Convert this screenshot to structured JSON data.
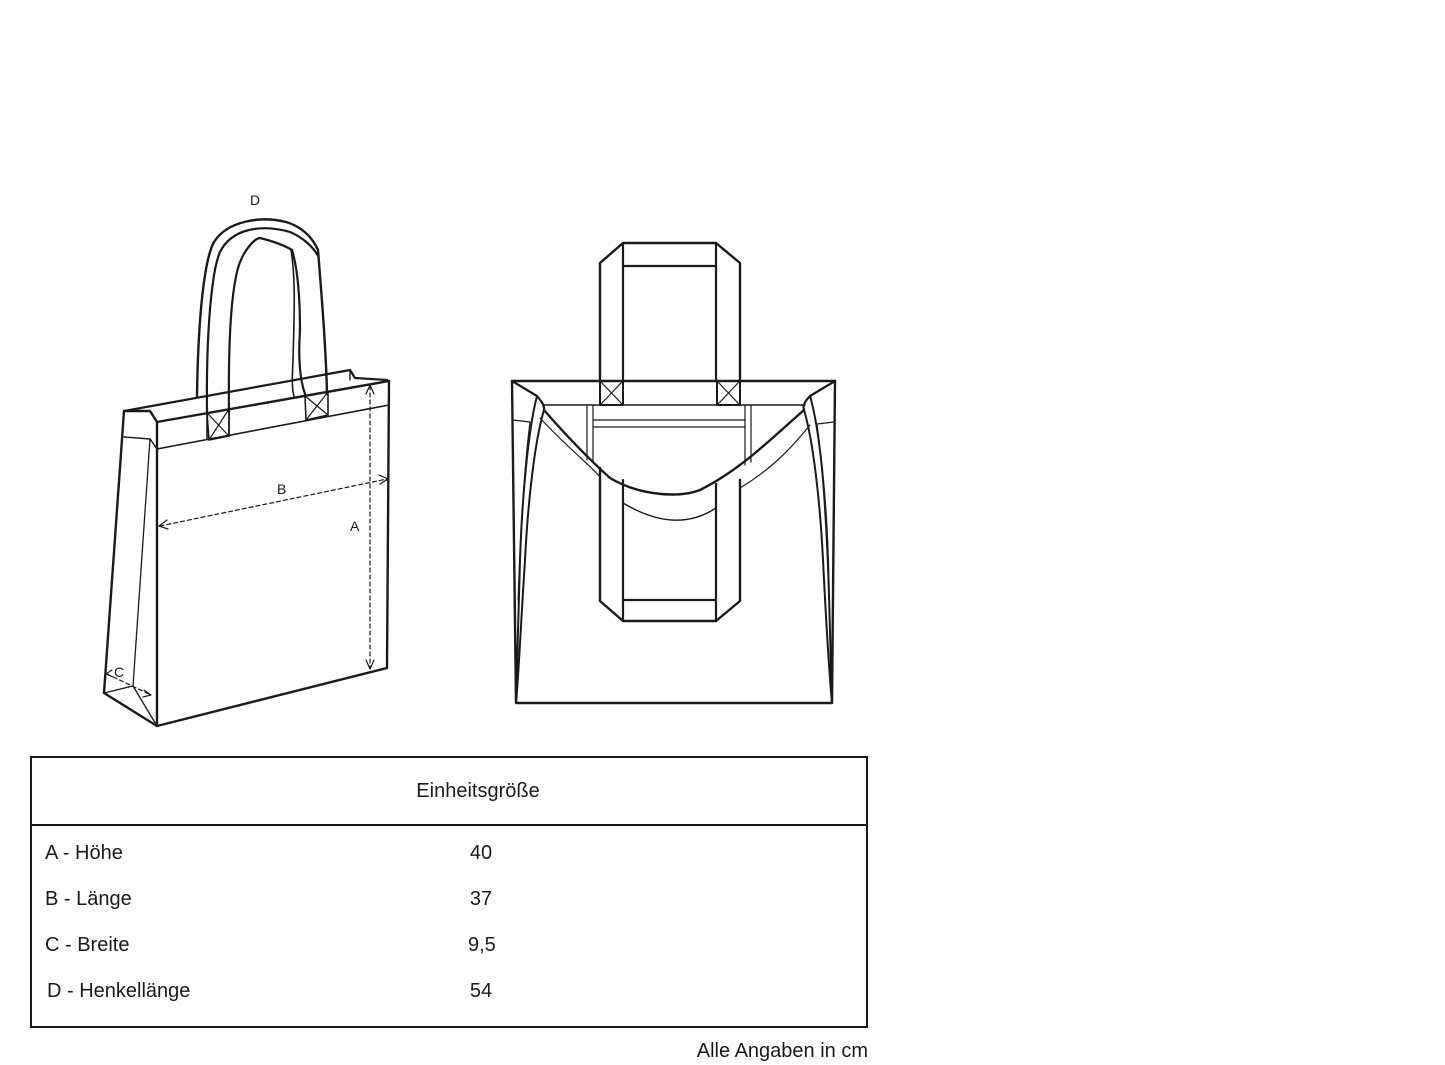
{
  "diagram": {
    "type": "product size chart",
    "subject": "tote bag",
    "views": [
      {
        "name": "perspective view",
        "dimension_labels": [
          "A",
          "B",
          "C",
          "D"
        ]
      },
      {
        "name": "front view"
      }
    ],
    "dimension_labels": {
      "a": "A",
      "b": "B",
      "c": "C",
      "d": "D"
    }
  },
  "size_table": {
    "header": "Einheitsgröße",
    "rows": [
      {
        "label": "A - Höhe",
        "value": "40"
      },
      {
        "label": "B - Länge",
        "value": "37"
      },
      {
        "label": "C - Breite",
        "value": "9,5"
      },
      {
        "label": "D - Henkellänge",
        "value": "54"
      }
    ]
  },
  "footnote": "Alle Angaben in cm",
  "colors": {
    "line": "#1a1a1a",
    "background": "#ffffff"
  }
}
